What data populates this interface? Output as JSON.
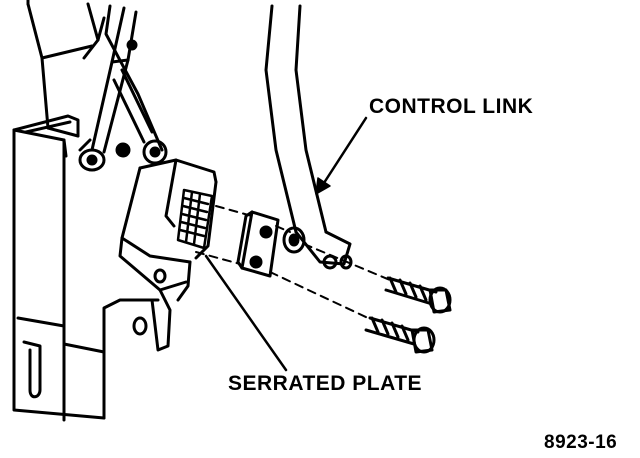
{
  "callouts": {
    "control_link": "CONTROL LINK",
    "serrated_plate": "SERRATED PLATE"
  },
  "figure_number": "8923-16"
}
